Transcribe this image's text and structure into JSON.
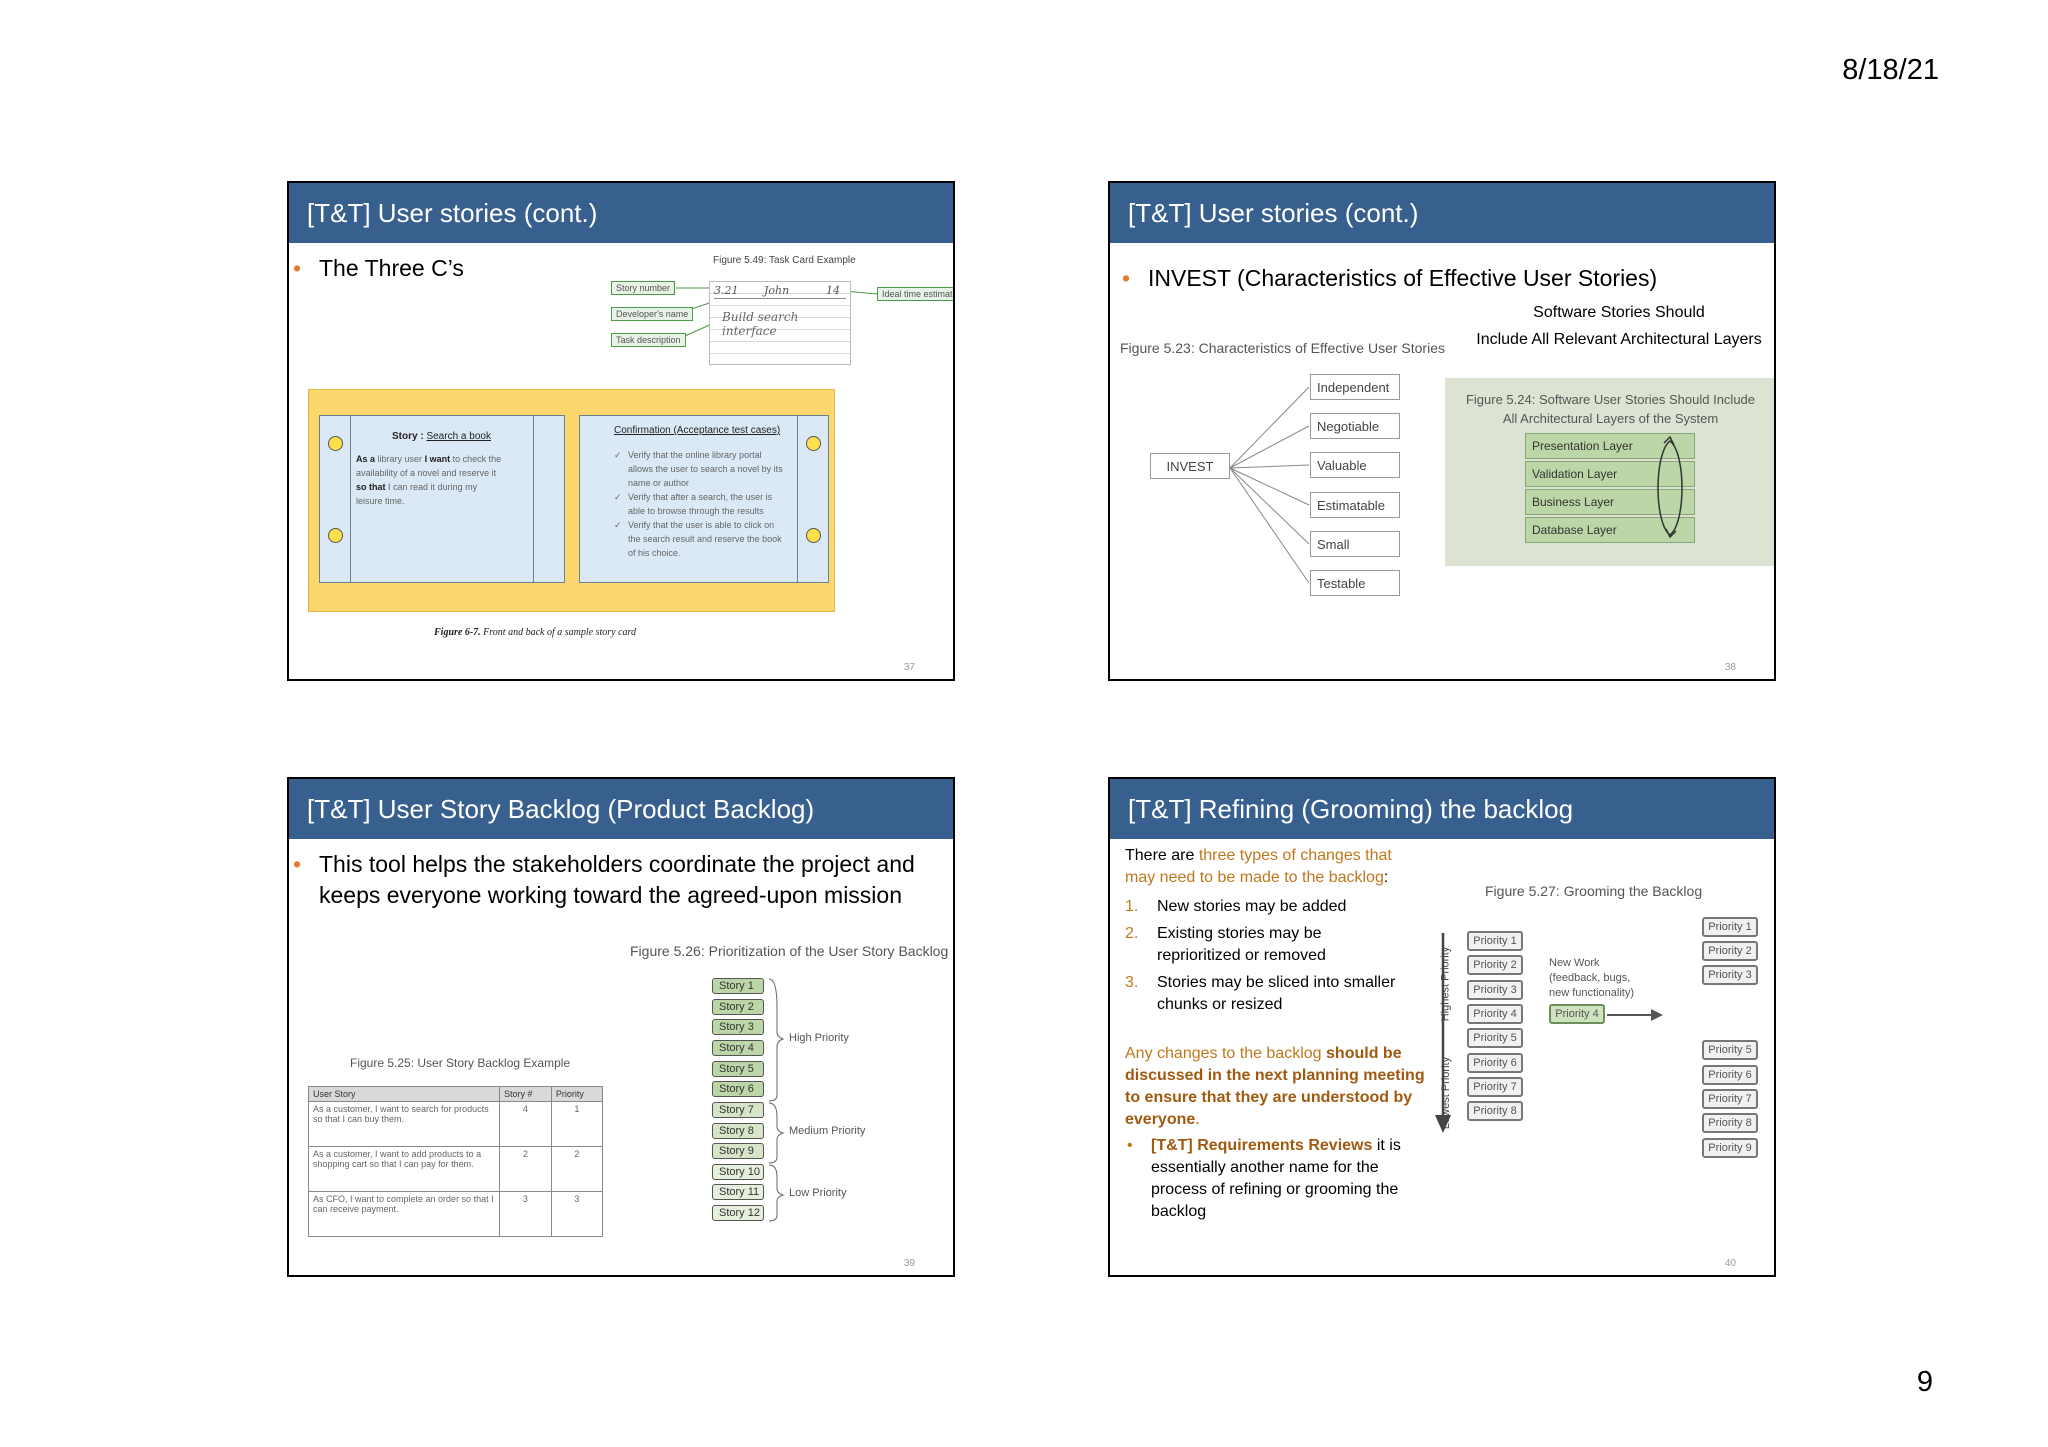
{
  "page": {
    "date": "8/18/21",
    "page_number": "9"
  },
  "slide1": {
    "title": "[T&T] User stories (cont.)",
    "bullet": "The Three C’s",
    "figure_title": "Figure 5.49: Task Card Example",
    "tags": {
      "story_number": "Story number",
      "developer": "Developer's name",
      "task": "Task description",
      "estimate": "Ideal time estimate"
    },
    "task_card": {
      "number": "3.21",
      "name": "John",
      "estimate": "14",
      "desc_line1": "Build search",
      "desc_line2": "interface"
    },
    "story_card": {
      "story_label": "Story :",
      "story_title": "Search a book",
      "as_a": "As a",
      "as_text": "library user",
      "i_want": "I want",
      "want_text": "to check the",
      "line2": "availability of a novel and reserve it",
      "so_that": "so that",
      "line3": "I can read it during my",
      "line4": "leisure time."
    },
    "confirm_card": {
      "title": "Confirmation (Acceptance test cases)",
      "items": [
        "Verify that the online library portal allows the user to search a novel by its name or author",
        "Verify that after a search, the user is able to browse through the results",
        "Verify that the user is able to click on the search result and reserve the book of his choice."
      ]
    },
    "caption_bold": "Figure 6-7.",
    "caption": "Front and back of a sample story card",
    "slide_number": "37"
  },
  "slide2": {
    "title": "[T&T] User stories (cont.)",
    "bullet": "INVEST (Characteristics of Effective User Stories)",
    "side_line1": "Software Stories Should",
    "side_line2": "Include All Relevant Architectural Layers",
    "figure_title": "Figure 5.23: Characteristics of Effective User Stories",
    "root": "INVEST",
    "traits": [
      "Independent",
      "Negotiable",
      "Valuable",
      "Estimatable",
      "Small",
      "Testable"
    ],
    "layers_title1": "Figure 5.24: Software User Stories Should Include",
    "layers_title2": "All Architectural Layers of the System",
    "layers": [
      "Presentation Layer",
      "Validation Layer",
      "Business Layer",
      "Database Layer"
    ],
    "slide_number": "38"
  },
  "slide3": {
    "title": "[T&T] User Story Backlog (Product Backlog)",
    "bullet": "This tool helps the stakeholders coordinate the project and keeps everyone working toward the agreed-upon mission",
    "fig_prior": "Figure 5.26: Prioritization of the User Story Backlog",
    "stories": [
      "Story 1",
      "Story 2",
      "Story 3",
      "Story 4",
      "Story 5",
      "Story 6",
      "Story 7",
      "Story 8",
      "Story 9",
      "Story 10",
      "Story 11",
      "Story 12"
    ],
    "groups": [
      "High Priority",
      "Medium Priority",
      "Low Priority"
    ],
    "fig_backlog": "Figure 5.25: User Story Backlog Example",
    "table": {
      "headers": [
        "User Story",
        "Story #",
        "Priority"
      ],
      "rows": [
        [
          "As a customer, I want to search for products so that I can buy them.",
          "4",
          "1"
        ],
        [
          "As a customer, I want to add products to a shopping cart so that I can pay for them.",
          "2",
          "2"
        ],
        [
          "As CFO, I want to complete an order so that I can receive payment.",
          "3",
          "3"
        ]
      ]
    },
    "slide_number": "39"
  },
  "slide4": {
    "title": "[T&T] Refining (Grooming) the backlog",
    "intro_a": "There are",
    "intro_b": "three types of changes that",
    "intro_c": "may need to be made to the backlog",
    "intro_d": ":",
    "items": [
      {
        "num": "1.",
        "l1": "New stories may be added",
        "l2": ""
      },
      {
        "num": "2.",
        "l1": "Existing stories may be",
        "l2": "reprioritized or removed"
      },
      {
        "num": "3.",
        "l1": "Stories may be sliced into smaller",
        "l2": "chunks or resized"
      }
    ],
    "any_a": "Any changes to the backlog",
    "any_b": "should be",
    "any_c": "discussed in the next planning meeting",
    "any_d": "to ensure that they are understood by",
    "any_e": "everyone",
    "any_f": ".",
    "rev_a": "[T&T] Requirements Reviews",
    "rev_b": "it is",
    "rev_c": "essentially another name for the",
    "rev_d": "process of refining or grooming the",
    "rev_e": "backlog",
    "figure_title": "Figure 5.27: Grooming the Backlog",
    "highest": "Highest Priority",
    "lowest": "Lowest Priority",
    "left_col": [
      "Priority 1",
      "Priority 2",
      "Priority 3",
      "Priority 4",
      "Priority 5",
      "Priority 6",
      "Priority 7",
      "Priority 8"
    ],
    "new_work_1": "New Work",
    "new_work_2": "(feedback, bugs,",
    "new_work_3": "new functionality)",
    "new_item": "Priority 4",
    "right_col": [
      "Priority 1",
      "Priority 2",
      "Priority 3",
      "Priority 5",
      "Priority 6",
      "Priority 7",
      "Priority 8",
      "Priority 9"
    ],
    "slide_number": "40"
  }
}
